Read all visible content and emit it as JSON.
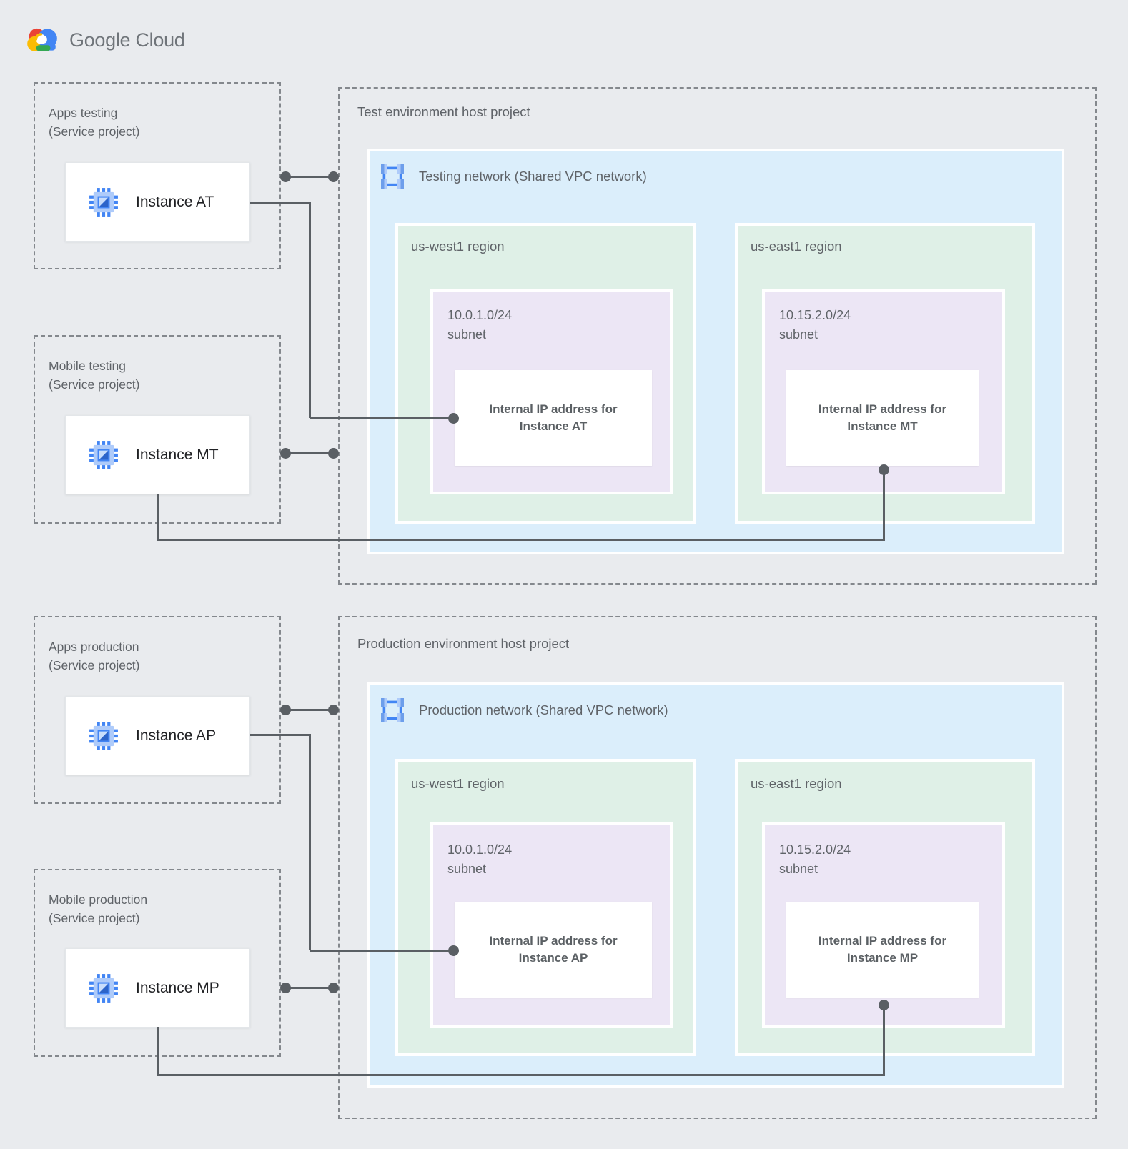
{
  "brand": {
    "name": "Google Cloud"
  },
  "colors": {
    "canvas": "#E9EBEE",
    "network_blue": "#DBEEFB",
    "region_green": "#DFF0E7",
    "subnet_purple": "#ECE6F5",
    "connector_gray": "#5A5F64",
    "label_gray": "#5F6368",
    "chip_blue": "#4285F4",
    "chip_light_blue": "#AECBFA",
    "logo_red": "#EA4335",
    "logo_yellow": "#FBBC04",
    "logo_green": "#34A853",
    "logo_blue": "#4285F4"
  },
  "service_projects": [
    {
      "title": "Apps testing",
      "subtitle": "(Service project)",
      "instance_label": "Instance AT"
    },
    {
      "title": "Mobile testing",
      "subtitle": "(Service project)",
      "instance_label": "Instance MT"
    },
    {
      "title": "Apps production",
      "subtitle": "(Service project)",
      "instance_label": "Instance AP"
    },
    {
      "title": "Mobile production",
      "subtitle": "(Service project)",
      "instance_label": "Instance MP"
    }
  ],
  "environments": [
    {
      "host_title": "Test environment host project",
      "network_label": "Testing network (Shared VPC network)",
      "regions": [
        {
          "name": "us-west1 region",
          "cidr": "10.0.1.0/24",
          "subnet_word": "subnet",
          "ip_line1": "Internal IP address for",
          "ip_line2": "Instance AT"
        },
        {
          "name": "us-east1 region",
          "cidr": "10.15.2.0/24",
          "subnet_word": "subnet",
          "ip_line1": "Internal IP address for",
          "ip_line2": "Instance MT"
        }
      ]
    },
    {
      "host_title": "Production environment host project",
      "network_label": "Production network (Shared VPC network)",
      "regions": [
        {
          "name": "us-west1 region",
          "cidr": "10.0.1.0/24",
          "subnet_word": "subnet",
          "ip_line1": "Internal IP address for",
          "ip_line2": "Instance AP"
        },
        {
          "name": "us-east1 region",
          "cidr": "10.15.2.0/24",
          "subnet_word": "subnet",
          "ip_line1": "Internal IP address for",
          "ip_line2": "Instance MP"
        }
      ]
    }
  ]
}
